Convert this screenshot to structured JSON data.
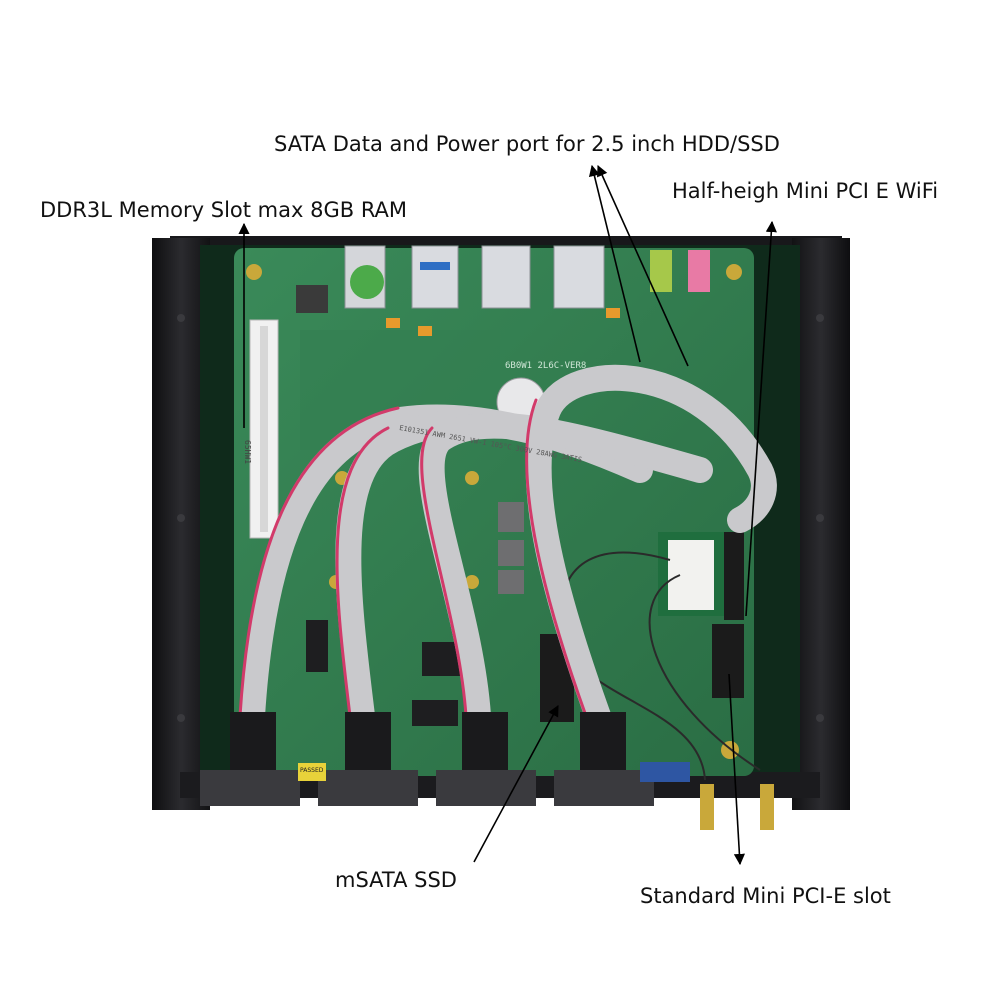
{
  "annotations": {
    "sata_port": "SATA Data and Power port for 2.5 inch HDD/SSD",
    "memory_slot": "DDR3L Memory Slot max 8GB RAM",
    "wifi_slot": "Half-heigh Mini PCI E WiFi",
    "msata": "mSATA SSD",
    "mini_pcie": "Standard Mini PCI-E slot"
  },
  "board": {
    "silkscreen": "6B0W1 2L6C-VER8",
    "ram_slot_mark": "65HW1",
    "passed_sticker": "PASSED",
    "cable_print": "E101351 AWM 2651 VW-1 105°C 300V 28AWG 3ATIS"
  },
  "colors": {
    "pcb": "#2f7d4f",
    "chassis": "#1f1f22",
    "ribbon_cable": "#c9c9cc",
    "ribbon_stripe": "#d23a6a"
  }
}
